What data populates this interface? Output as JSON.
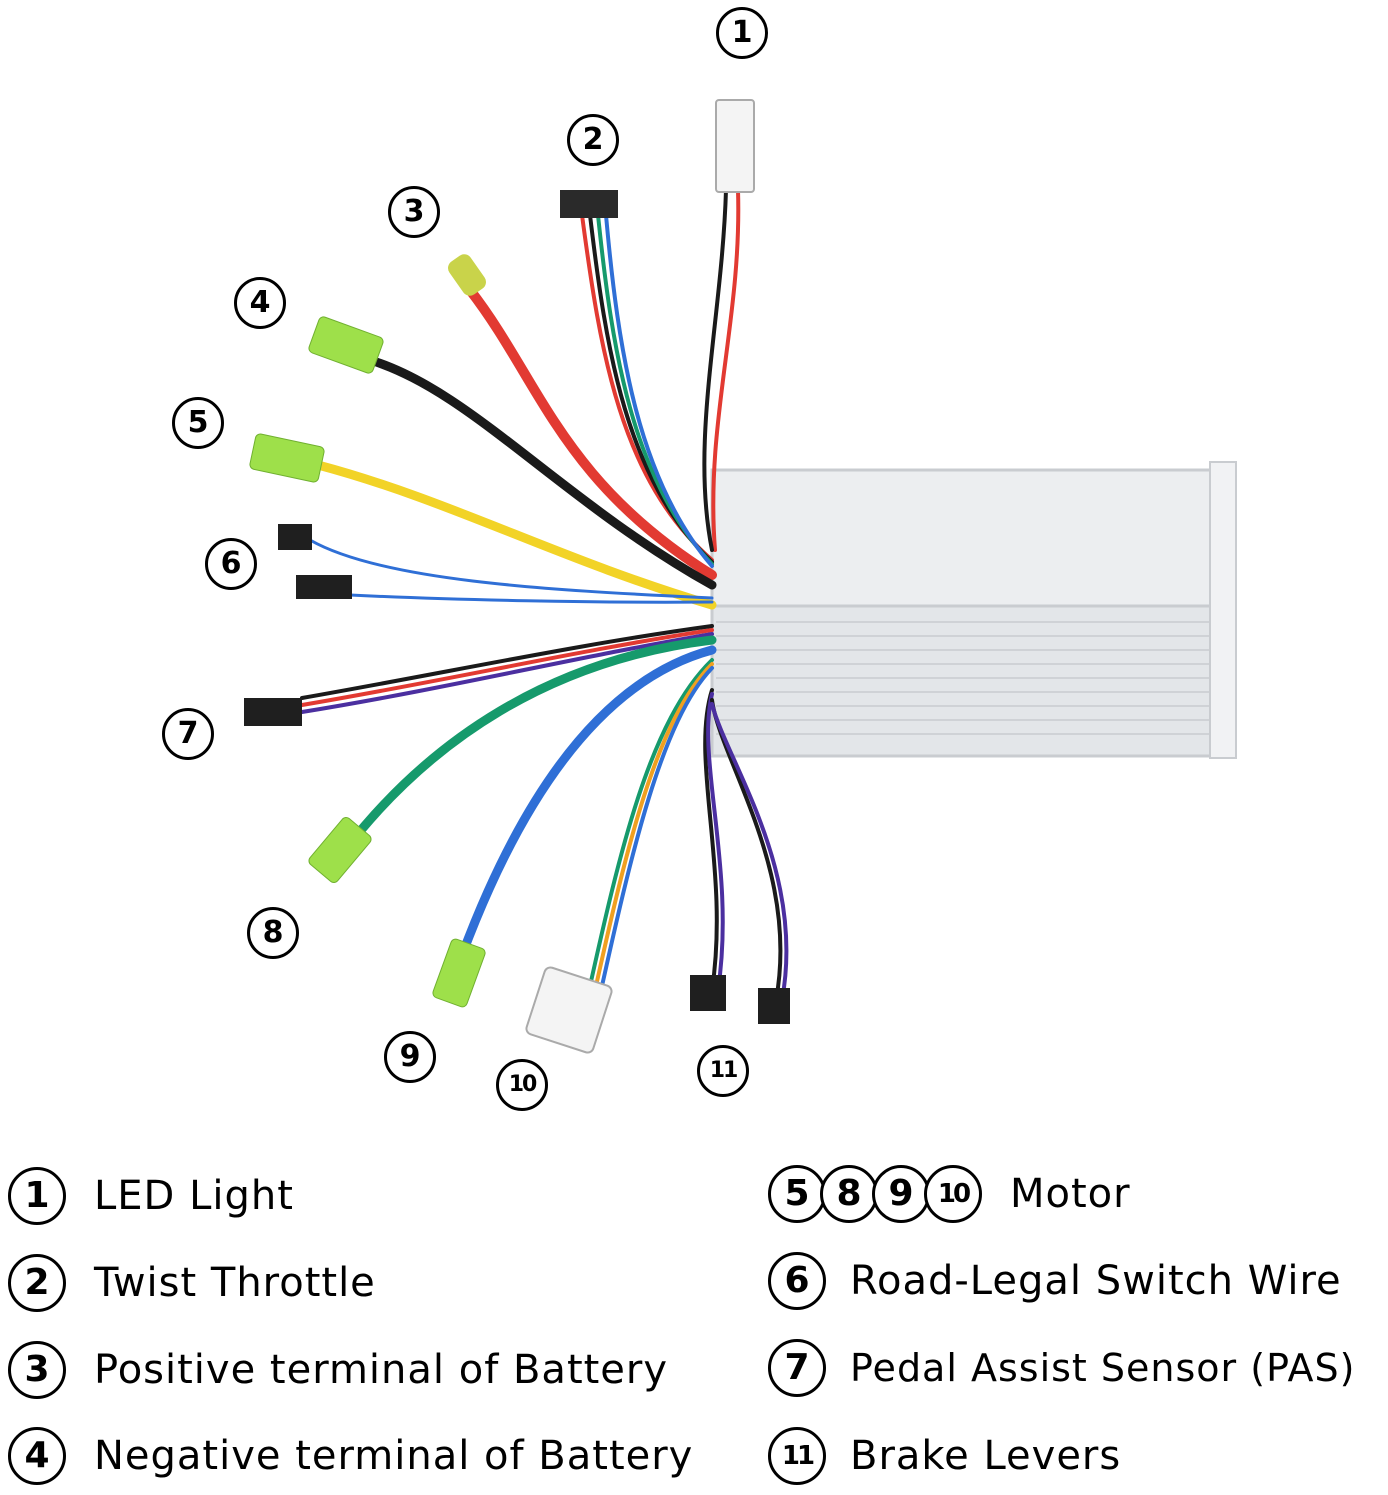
{
  "callouts": [
    {
      "num": "1"
    },
    {
      "num": "2"
    },
    {
      "num": "3"
    },
    {
      "num": "4"
    },
    {
      "num": "5"
    },
    {
      "num": "6"
    },
    {
      "num": "7"
    },
    {
      "num": "8"
    },
    {
      "num": "9"
    },
    {
      "num": "10"
    },
    {
      "num": "11"
    }
  ],
  "legend_left": [
    {
      "nums": [
        "1"
      ],
      "label": "LED Light"
    },
    {
      "nums": [
        "2"
      ],
      "label": "Twist Throttle"
    },
    {
      "nums": [
        "3"
      ],
      "label": "Positive terminal of Battery"
    },
    {
      "nums": [
        "4"
      ],
      "label": "Negative terminal of Battery"
    }
  ],
  "legend_right": [
    {
      "nums": [
        "5",
        "8",
        "9",
        "10"
      ],
      "label": "Motor"
    },
    {
      "nums": [
        "6"
      ],
      "label": "Road-Legal Switch Wire"
    },
    {
      "nums": [
        "7"
      ],
      "label": "Pedal Assist Sensor (PAS)"
    },
    {
      "nums": [
        "11"
      ],
      "label": "Brake Levers"
    }
  ],
  "colors": {
    "red": "#e23a32",
    "black": "#1a1a1a",
    "yellow": "#f2d327",
    "blue": "#2f6fd6",
    "green": "#169a6c",
    "purple": "#4b2fa0",
    "orange": "#f0a020",
    "lime": "#9ee04a",
    "controller": "#e6e8ea"
  }
}
